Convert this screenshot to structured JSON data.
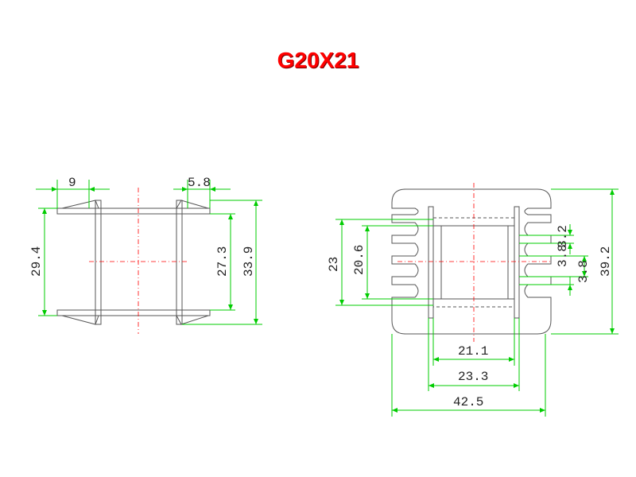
{
  "title": "G20X21",
  "colors": {
    "outline": "#555555",
    "dimension": "#00cc00",
    "centerline": "#ff0000",
    "title": "#ff0000"
  },
  "side_view": {
    "dims": {
      "flange_width": "9",
      "flange_right": "5.8",
      "height_inner": "29.4",
      "winding_height": "27.3",
      "total_height": "33.9"
    }
  },
  "front_view": {
    "dims": {
      "outer_left": "23",
      "inner_left": "20.6",
      "slot_pitch": "3.2",
      "slot_width": "3.8",
      "slot_gap": "3.8",
      "total_height": "39.2",
      "core_width": "21.1",
      "inner_width": "23.3",
      "total_width": "42.5"
    }
  }
}
